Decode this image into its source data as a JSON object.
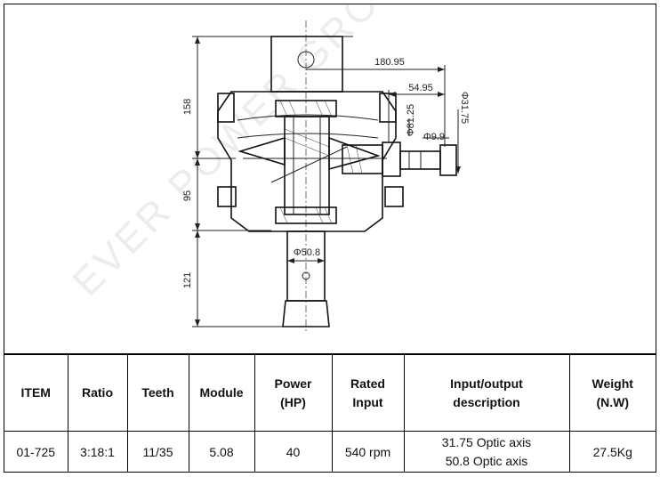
{
  "drawing": {
    "watermark": "EVER POWER GROUP",
    "dimensions": {
      "width_180": "180.95",
      "width_54": "54.95",
      "dia_31": "Φ31.75",
      "dia_81": "Φ81.25",
      "dia_9": "Φ9.9",
      "height_158": "158",
      "height_95": "95",
      "height_121": "121",
      "dia_50": "Φ50.8"
    }
  },
  "table": {
    "headers": {
      "item": "ITEM",
      "ratio": "Ratio",
      "teeth": "Teeth",
      "module": "Module",
      "power_line1": "Power",
      "power_line2": "(HP)",
      "rated_line1": "Rated",
      "rated_line2": "Input",
      "io_line1": "Input/output",
      "io_line2": "description",
      "weight_line1": "Weight",
      "weight_line2": "(N.W)"
    },
    "row": {
      "item": "01-725",
      "ratio": "3:18:1",
      "teeth": "11/35",
      "module": "5.08",
      "power": "40",
      "rated": "540 rpm",
      "io_line1": "31.75 Optic axis",
      "io_line2": "50.8 Optic axis",
      "weight": "27.5Kg"
    }
  }
}
